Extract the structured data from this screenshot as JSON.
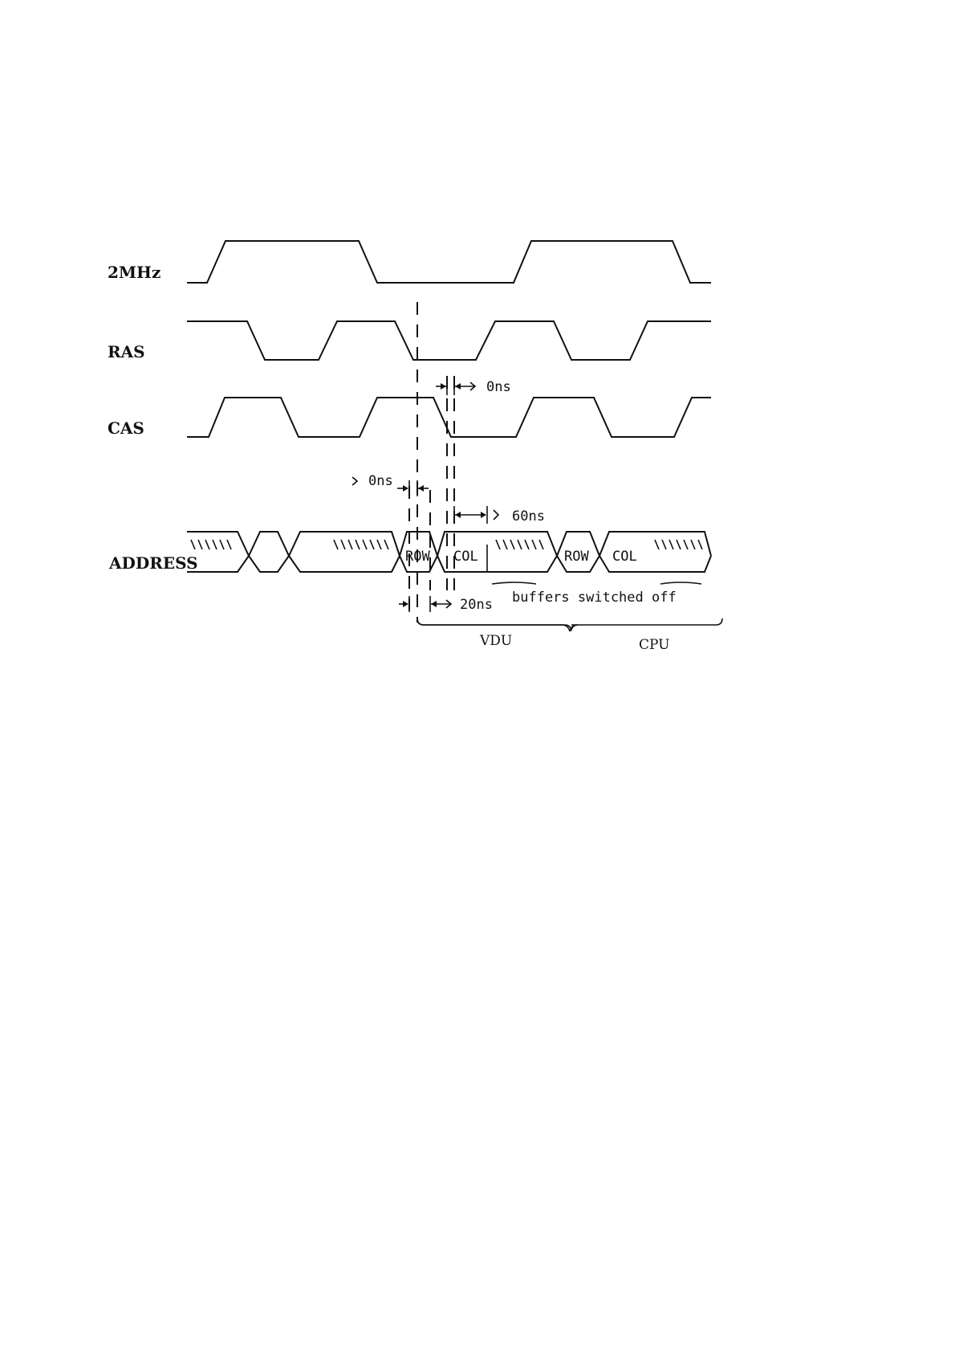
{
  "signals": {
    "clock": "2MHz",
    "ras": "RAS",
    "cas": "CAS",
    "address": "ADDRESS"
  },
  "address_cells": {
    "row_1": "ROW",
    "col_1": "COL",
    "row_2": "ROW",
    "col_2": "COL"
  },
  "timings": {
    "cas_delay": "0ns",
    "row_setup": "0ns",
    "col_hold": "60ns",
    "row_hold": "20ns"
  },
  "notes": {
    "buffers": "buffers switched off"
  },
  "phases": {
    "vdu": "VDU",
    "cpu": "CPU"
  }
}
